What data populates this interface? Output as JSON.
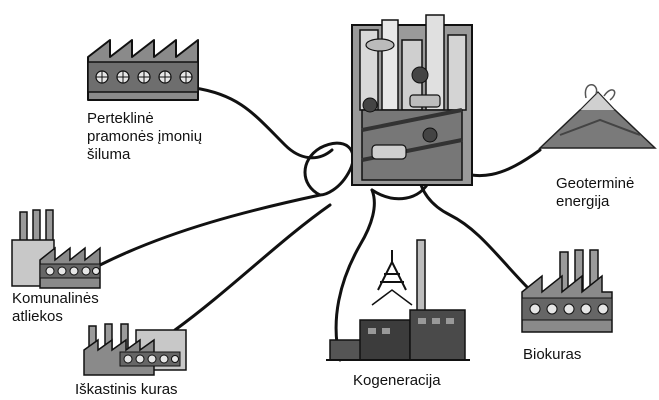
{
  "diagram": {
    "hub": {
      "icon": "city-collage-icon"
    },
    "sources": [
      {
        "id": "industry",
        "icon": "factory-icon",
        "lines": [
          "Perteklinė",
          "pramonės įmonių",
          "šiluma"
        ]
      },
      {
        "id": "geothermal",
        "icon": "volcano-icon",
        "lines": [
          "Geoterminė",
          "energija"
        ]
      },
      {
        "id": "municipal",
        "icon": "waste-plant-icon",
        "lines": [
          "Komunalinės",
          "atliekos"
        ]
      },
      {
        "id": "fossil",
        "icon": "fossil-plant-icon",
        "lines": [
          "Iškastinis kuras"
        ]
      },
      {
        "id": "cogeneration",
        "icon": "power-station-icon",
        "lines": [
          "Kogeneracija"
        ]
      },
      {
        "id": "biofuel",
        "icon": "biofuel-factory-icon",
        "lines": [
          "Biokuras"
        ]
      }
    ]
  }
}
